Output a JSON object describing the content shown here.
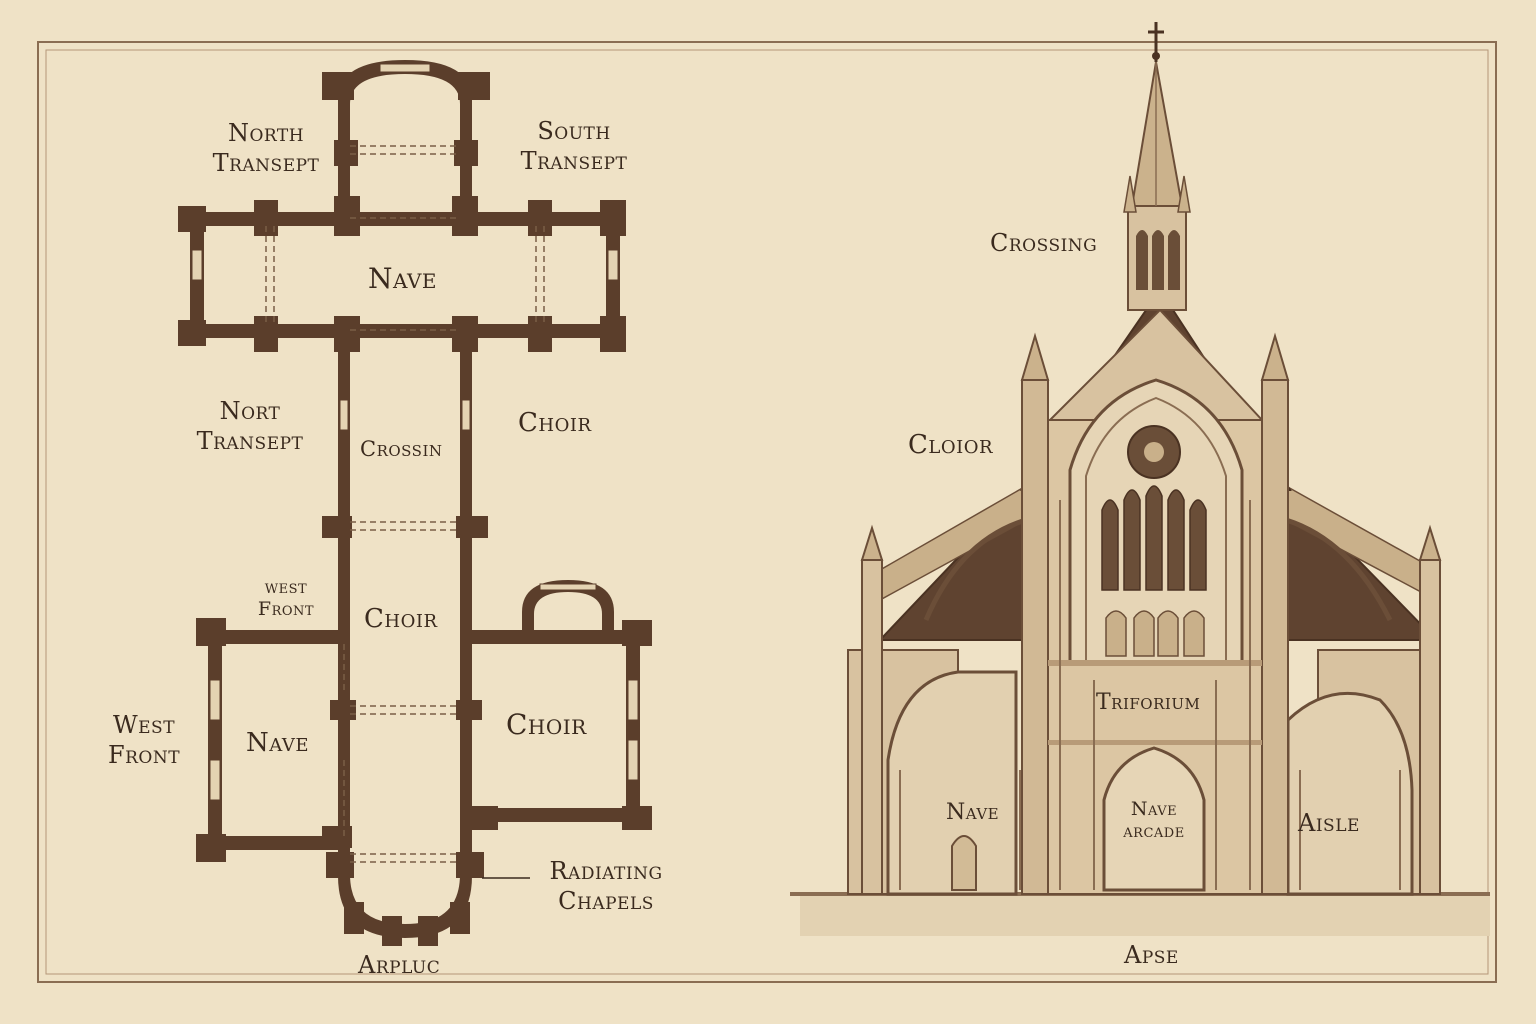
{
  "plan_labels": {
    "north_transept": [
      "North",
      "Transept"
    ],
    "south_transept": [
      "South",
      "Transept"
    ],
    "nave_top": "Nave",
    "nort_transept": [
      "Nort",
      "Transept"
    ],
    "crossin": "Crossin",
    "choir_right": "Choir",
    "west_front_small": [
      "west",
      "Front"
    ],
    "choir_center": "Choir",
    "west_front": [
      "West",
      "Front"
    ],
    "nave_lower": "Nave",
    "choir_lower": "Choir",
    "radiating_chapels": [
      "Radiating",
      "Chapels"
    ],
    "arpluc": "Arpluc"
  },
  "elevation_labels": {
    "crossing": "Crossing",
    "cloior": "Cloior",
    "triforium": "Triforium",
    "nave": "Nave",
    "nave_arcade": [
      "Nave",
      "arcade"
    ],
    "aisle": "Aisle",
    "apse": "Apse"
  },
  "colors": {
    "paper": "#efe2c6",
    "ink": "#3a2a1e",
    "wall": "#5b3e2b",
    "stone": "#d8c2a0",
    "stone_dark": "#b89b78",
    "glass": "#6a4e38"
  }
}
